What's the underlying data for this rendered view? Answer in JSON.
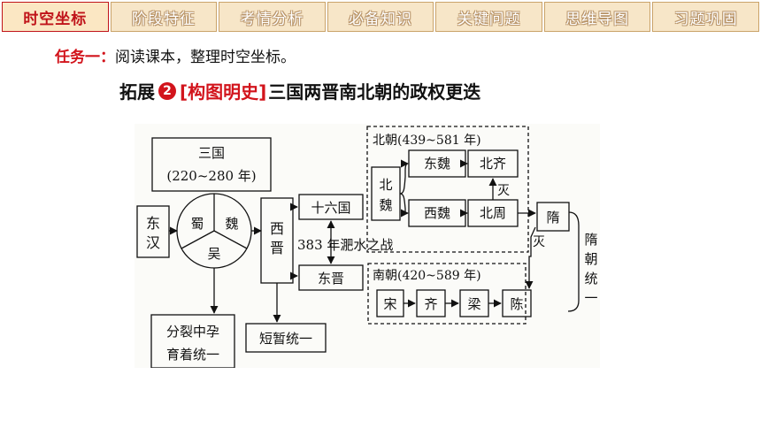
{
  "nav": {
    "tabs": [
      {
        "label": "时空坐标",
        "active": true
      },
      {
        "label": "阶段特征",
        "active": false
      },
      {
        "label": "考情分析",
        "active": false
      },
      {
        "label": "必备知识",
        "active": false
      },
      {
        "label": "关键问题",
        "active": false
      },
      {
        "label": "思维导图",
        "active": false
      },
      {
        "label": "习题巩固",
        "active": false
      }
    ]
  },
  "task": {
    "label": "任务一：",
    "text": "阅读课本，整理时空坐标。"
  },
  "heading": {
    "prefix": "拓展",
    "number": "2",
    "tag": "[构图明史]",
    "text": "三国两晋南北朝的政权更迭"
  },
  "diagram": {
    "sanguo": "三国",
    "sanguo_years": "(220~280 年)",
    "donghan_1": "东",
    "donghan_2": "汉",
    "shu": "蜀",
    "wei": "魏",
    "wu": "吴",
    "xijin_1": "西",
    "xijin_2": "晋",
    "liuguo": "十六国",
    "feishui": "383 年淝水之战",
    "dongjin": "东晋",
    "duanzan": "短暂统一",
    "fenlie_1": "分裂中孕",
    "fenlie_2": "育着统一",
    "beichao": "北朝(439~581 年)",
    "beiwei_1": "北",
    "beiwei_2": "魏",
    "dongwei": "东魏",
    "beiqi": "北齐",
    "xiwei": "西魏",
    "beizhou": "北周",
    "mie_1": "灭",
    "sui": "隋",
    "mie_2": "灭",
    "nanchao": "南朝(420~589 年)",
    "song": "宋",
    "qi": "齐",
    "liang": "梁",
    "chen": "陈",
    "sui_tongyi": [
      "隋",
      "朝",
      "统",
      "一"
    ]
  }
}
